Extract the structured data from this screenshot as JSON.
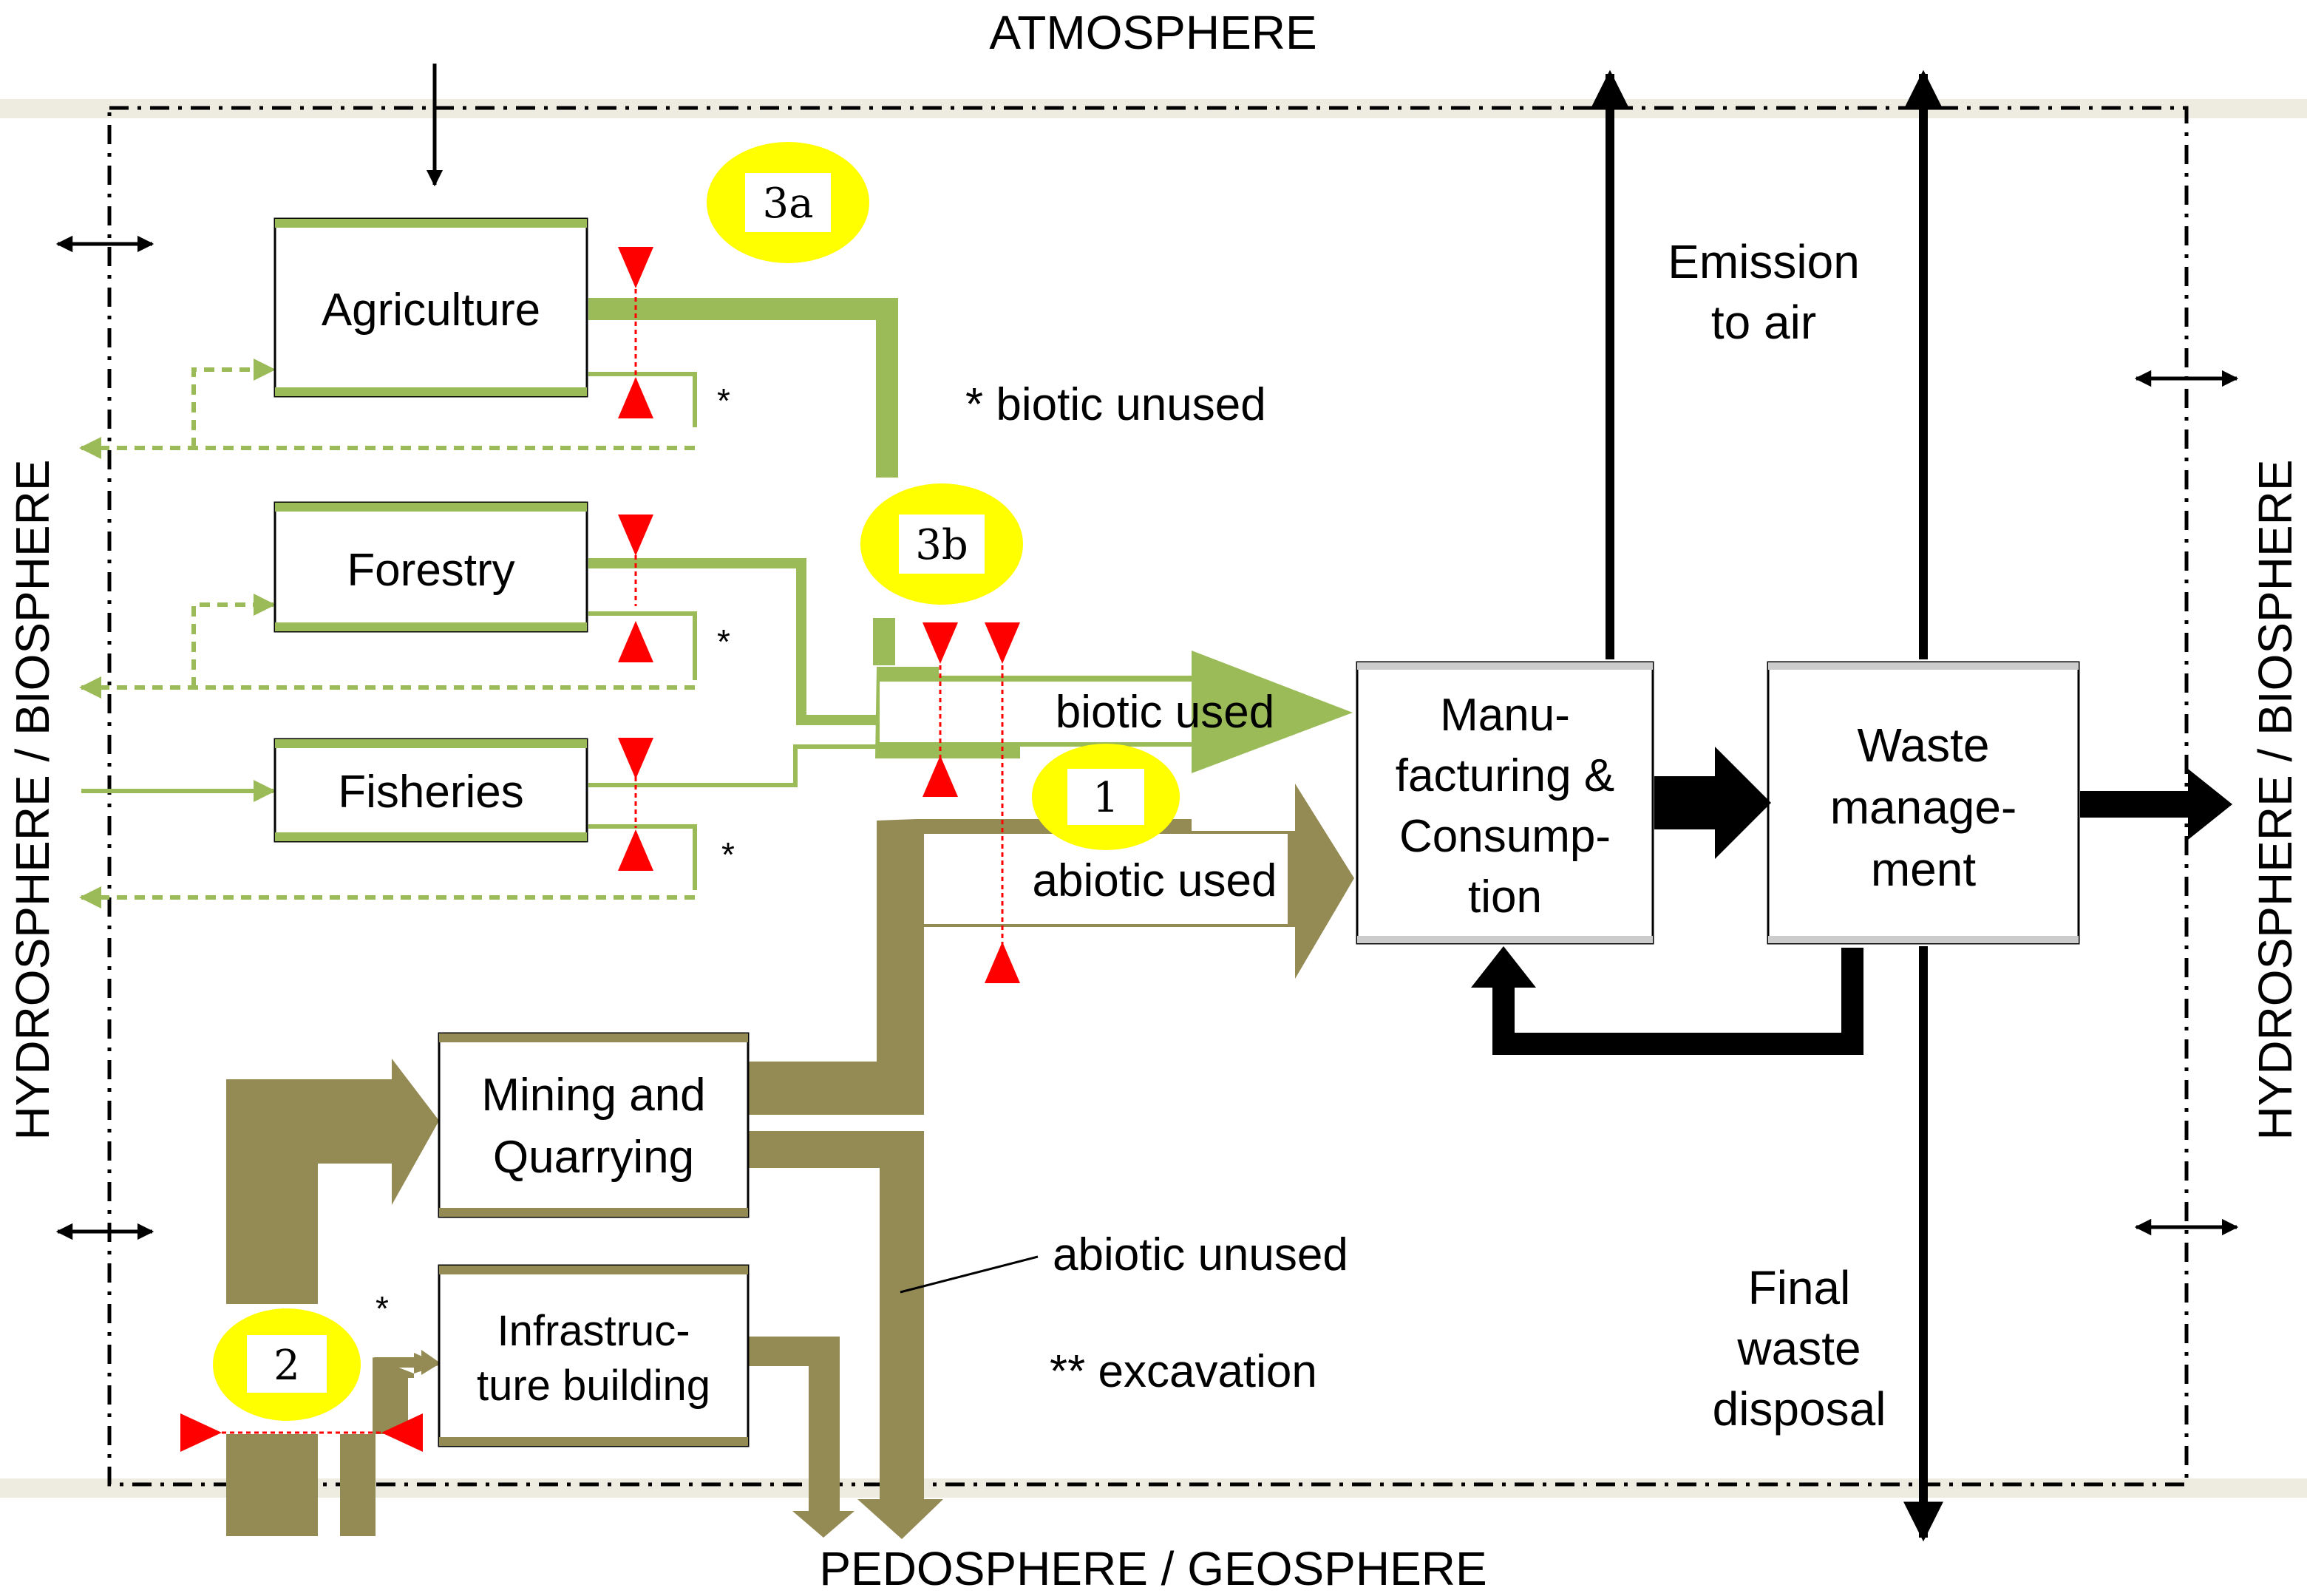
{
  "spheres": {
    "top": "ATMOSPHERE",
    "bottom": "PEDOSPHERE / GEOSPHERE",
    "left": "HYDROSPHERE / BIOSPHERE",
    "right": "HYDROSPHERE / BIOSPHERE"
  },
  "boxes": {
    "agriculture": "Agriculture",
    "forestry": "Forestry",
    "fisheries": "Fisheries",
    "mining_1": "Mining and",
    "mining_2": "Quarrying",
    "infra_1": "Infrastruc-",
    "infra_2": "ture building",
    "manufacturing_1": "Manu-",
    "manufacturing_2": "facturing &",
    "manufacturing_3": "Consump-",
    "manufacturing_4": "tion",
    "waste_1": "Waste",
    "waste_2": "manage-",
    "waste_3": "ment"
  },
  "flows": {
    "biotic_used": "biotic used",
    "abiotic_used": "abiotic used",
    "biotic_unused": "* biotic unused",
    "abiotic_unused": "abiotic unused",
    "excavation": "** excavation",
    "emission_1": "Emission",
    "emission_2": "to air",
    "final_1": "Final",
    "final_2": "waste",
    "final_3": "disposal",
    "star": "*",
    "star_infra": "*"
  },
  "markers": {
    "m3a": "3a",
    "m3b": "3b",
    "m1": "1",
    "m2": "2"
  },
  "colors": {
    "biotic": "#9bbb59",
    "abiotic": "#948a54",
    "marker_fill": "#ffff00",
    "triangle": "#ff0000",
    "band": "#eeece1"
  }
}
